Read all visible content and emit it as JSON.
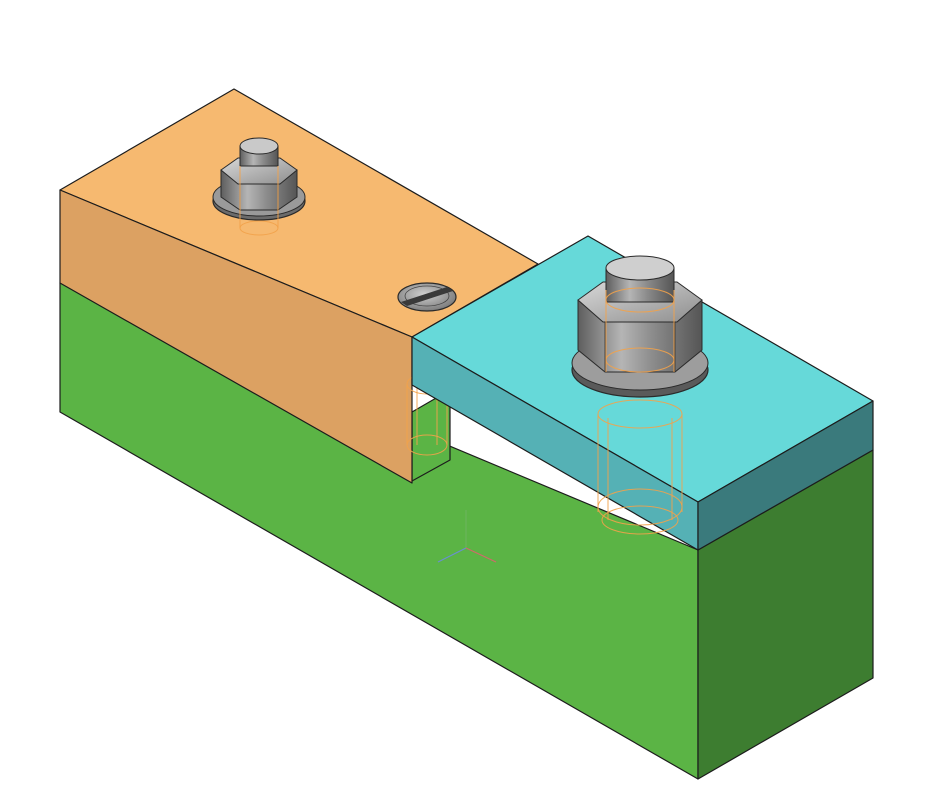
{
  "scene": {
    "colors": {
      "background": "#ffffff",
      "base_top": "#5bb445",
      "base_front": "#5bb445",
      "base_right": "#3d7d30",
      "plate_top": "#f6b970",
      "plate_front": "#dca162",
      "block_top": "#66d9d9",
      "block_front": "#55b1b5",
      "block_right": "#3a7a7c",
      "bolt_metal": "#8a8a8a",
      "hidden_lines": "#f2a24a",
      "edges": "#1c1c1c"
    },
    "parts": [
      {
        "name": "base-block",
        "color_key": "base_top"
      },
      {
        "name": "plate",
        "color_key": "plate_top"
      },
      {
        "name": "clamp-block",
        "color_key": "block_top"
      },
      {
        "name": "small-hex-nut",
        "color_key": "bolt_metal"
      },
      {
        "name": "large-hex-nut",
        "color_key": "bolt_metal"
      },
      {
        "name": "slotted-screw",
        "color_key": "bolt_metal"
      }
    ],
    "axis_triad": {
      "axes": [
        "x",
        "y",
        "z"
      ]
    }
  }
}
